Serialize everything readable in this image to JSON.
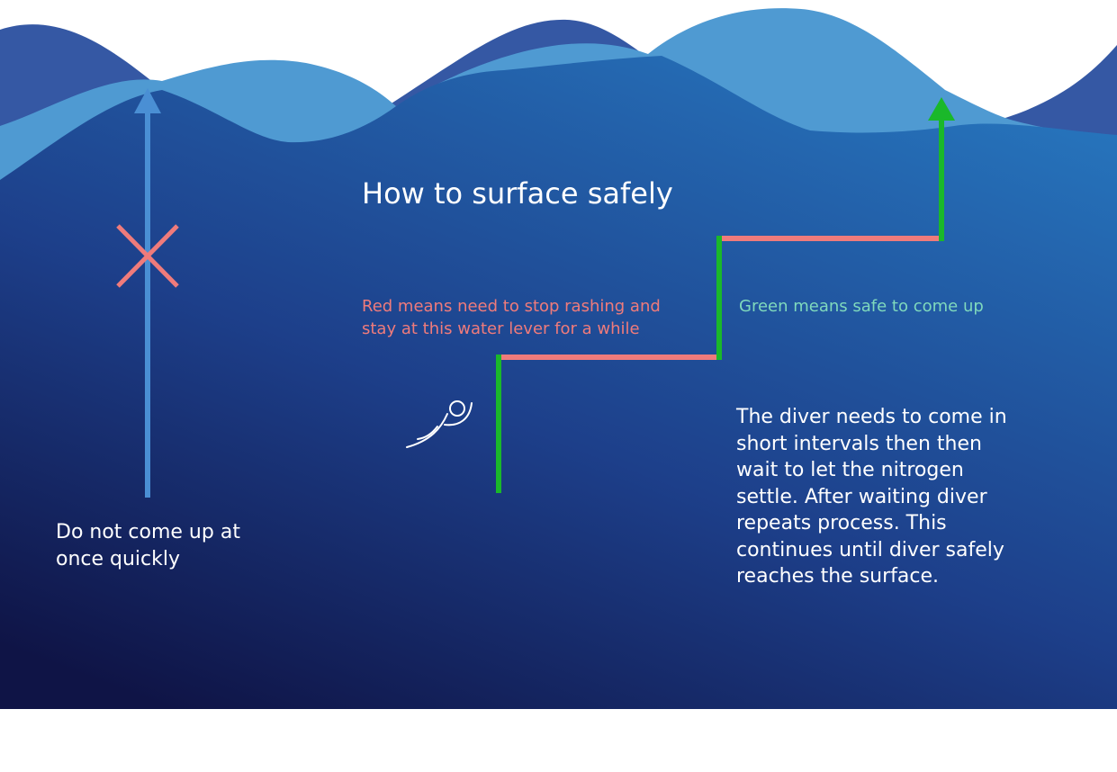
{
  "title": "How to surface safely",
  "red_note": "Red means need to stop rashing and\nstay at this water lever for a while",
  "green_note": "Green means safe to come up",
  "description": "The diver needs to come in\nshort intervals then then\nwait to let the nitrogen\nsettle. After waiting diver\nrepeats process. This\ncontinues until diver safely\nreaches the surface.",
  "warning": "Do not come up at\n once quickly",
  "colors": {
    "stop": "#ef7b7b",
    "go": "#1ab82a",
    "green_note": "#7fd9bd",
    "fast_arrow": "#4a8fd4",
    "deep": "#0f1446",
    "shallow": "#2673bb",
    "wave_dark": "#3558a4",
    "wave_light": "#4f9ad2"
  },
  "icons": [
    "diver-icon",
    "cross-icon",
    "up-arrow-icon"
  ]
}
